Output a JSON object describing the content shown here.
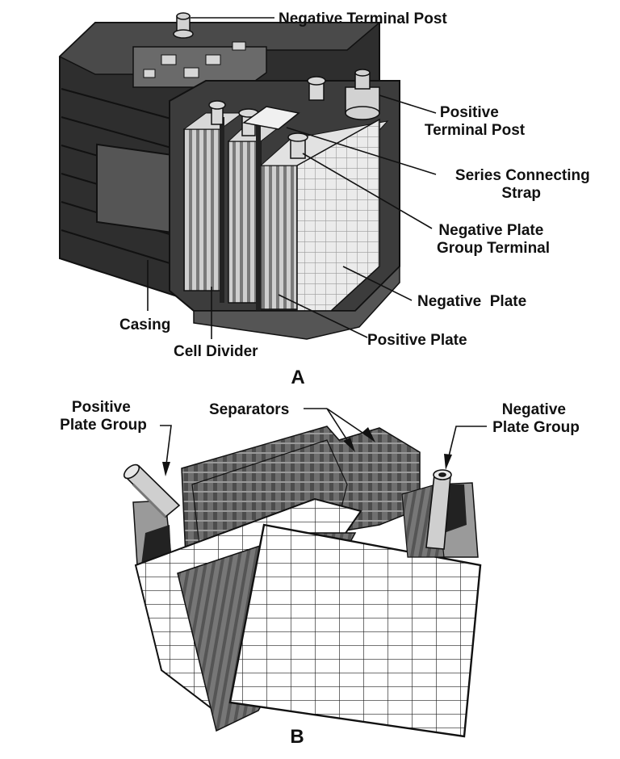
{
  "figure_a": {
    "caption": "A",
    "labels": {
      "negative_terminal_post": "Negative Terminal Post",
      "positive_terminal_post": [
        "Positive",
        "Terminal Post"
      ],
      "series_connecting_strap": [
        "Series Connecting",
        "Strap"
      ],
      "negative_plate_group_terminal": [
        "Negative Plate",
        "Group Terminal"
      ],
      "negative_plate": "Negative  Plate",
      "positive_plate": "Positive Plate",
      "casing": "Casing",
      "cell_divider": "Cell Divider"
    }
  },
  "figure_b": {
    "caption": "B",
    "labels": {
      "positive_plate_group": [
        "Positive",
        "Plate Group"
      ],
      "separators": "Separators",
      "negative_plate_group": [
        "Negative",
        "Plate Group"
      ]
    }
  },
  "colors": {
    "ink": "#111111",
    "casing_dark": "#3a3a3a",
    "plate_light": "#e8e8e8",
    "separator_gray": "#6b6b6b"
  }
}
